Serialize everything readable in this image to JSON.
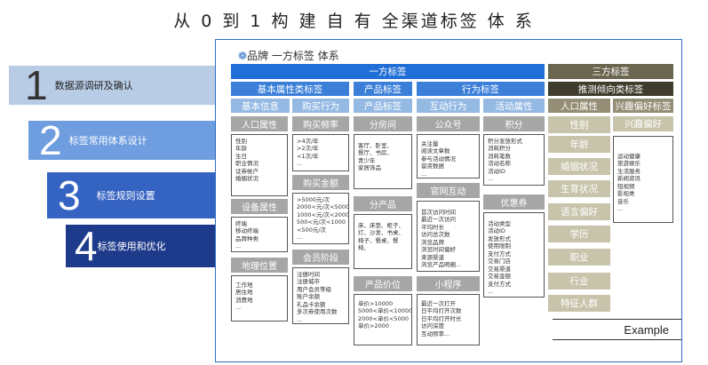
{
  "title": "从 0 到 1 构 建 自 有 全渠道标签 体 系",
  "brand": {
    "icon": "❁",
    "label": "品牌 一方标签 体系"
  },
  "steps": [
    {
      "num": "1",
      "label": "数据源调研及确认"
    },
    {
      "num": "2",
      "label": "标签常用体系设计"
    },
    {
      "num": "3",
      "label": "标签规则设置"
    },
    {
      "num": "4",
      "label": "标签使用和优化"
    }
  ],
  "first_party": {
    "header": "一方标签",
    "groups": {
      "basic": "基本属性类标签",
      "product": "产品标签",
      "behavior": "行为标签"
    },
    "sub": {
      "basic_info": "基本信息",
      "purchase": "购买行为",
      "product_tag": "产品标签",
      "interaction": "互动行为",
      "activity": "活动属性"
    },
    "categories": {
      "person": "人口属性",
      "device": "设备属性",
      "geo": "地理位置",
      "freq": "购买频率",
      "amount": "购买金额",
      "member": "会员阶段",
      "room": "分房间",
      "category": "分产品",
      "price": "产品价位",
      "wechat": "公众号",
      "web": "官网互动",
      "mini": "小程序",
      "points": "积分",
      "coupon": "优惠券"
    },
    "boxes": {
      "person": [
        "性别",
        "年龄",
        "生日",
        "职业情况",
        "证券帐户",
        "婚姻状况"
      ],
      "device": [
        "终端",
        "移动终端",
        "品牌种类",
        "..."
      ],
      "geo": [
        "工作地",
        "居住地",
        "消费地",
        "..."
      ],
      "freq": [
        ">4次/年",
        ">2次/年",
        "<1次/年",
        "..."
      ],
      "amount": [
        ">5000元/次",
        "2000<元/次<5000",
        "1000<元/次<2000",
        "500<元/次<1000",
        "<500元/次",
        "..."
      ],
      "member": [
        "注册时间",
        "注册城市",
        "用户会员等级",
        "账户余额",
        "礼品卡余额",
        "多次券使用次数",
        "..."
      ],
      "room": [
        "客厅、卧室、",
        "餐厅、书房、",
        "青少年",
        "家居饰品"
      ],
      "category": [
        "床、床垫、柜子、",
        "灯、沙发、书桌、",
        "椅子、餐桌、餐",
        "椅、"
      ],
      "price": [
        "单价>10000",
        "5000<单价<10000",
        "2000<单价<5000",
        "单价>2000"
      ],
      "wechat": [
        "关注量",
        "阅读文章数",
        "参与活动情况",
        "留资数据",
        "..."
      ],
      "web": [
        "首次访问时间",
        "最近一次访问",
        "平均时长",
        "访问总次数",
        "浏览品牌",
        "浏览时间偏好",
        "来源渠道",
        "浏览产品明细..."
      ],
      "mini": [
        "最近一次打开",
        "日平均打开次数",
        "日平均打开时长",
        "访问深度",
        "互动频率..."
      ],
      "points": [
        "积分发放形式",
        "消耗积分",
        "消耗笔数",
        "活动名称",
        "活动ID",
        "..."
      ],
      "coupon": [
        "活动类型",
        "活动ID",
        "发放形式",
        "使用限制",
        "支付方式",
        "交易门店",
        "交易渠道",
        "交易金额",
        "支付方式",
        "..."
      ]
    }
  },
  "third_party": {
    "header": "三方标签",
    "group": "推测倾向类标签",
    "person": "人口属性",
    "interest": "兴趣偏好标签",
    "attrs": [
      "性别",
      "年龄",
      "婚姻状况",
      "生育状况",
      "语言偏好",
      "学历",
      "职业",
      "行业",
      "特征人群"
    ],
    "interest_tag": "兴趣偏好",
    "interest_box": [
      "运动健康",
      "旅游娱乐",
      "生活服务",
      "新闻资讯",
      "短视频",
      "影视类",
      "音乐",
      "..."
    ]
  },
  "example": "Example"
}
